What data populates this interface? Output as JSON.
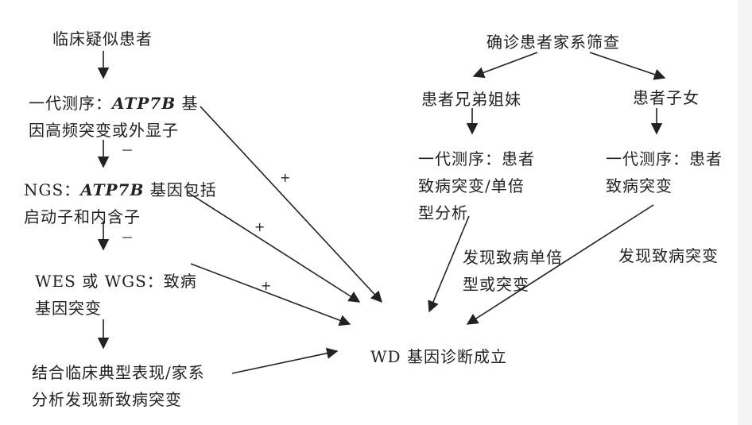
{
  "nodes": {
    "suspected_patient": "临床疑似患者",
    "sanger_a_prefix": "一代测序：",
    "sanger_a_gene": "ATP7B",
    "sanger_a_suffix": " 基",
    "sanger_a_line2": "因高频突变或外显子",
    "ngs_prefix": "NGS：",
    "ngs_gene": "ATP7B",
    "ngs_suffix": " 基因包括",
    "ngs_line2": "启动子和内含子",
    "wes_line1": "WES 或 WGS：致病",
    "wes_line2": "基因突变",
    "clinical_line1": "结合临床典型表现/家系",
    "clinical_line2": "分析发现新致病突变",
    "family_screen": "确诊患者家系筛查",
    "siblings": "患者兄弟姐妹",
    "children": "患者子女",
    "sib_sanger_line1": "一代测序：患者",
    "sib_sanger_line2": "致病突变/单倍",
    "sib_sanger_line3": "型分析",
    "child_sanger_line1": "一代测序：患者",
    "child_sanger_line2": "致病突变",
    "finding_haplo_line1": "发现致病单倍",
    "finding_haplo_line2": "型或突变",
    "finding_mut": "发现致病突变",
    "diagnosis": "WD 基因诊断成立"
  },
  "signs": {
    "minus_1": "－",
    "minus_2": "－",
    "plus_1": "+",
    "plus_2": "+",
    "plus_3": "+"
  },
  "colors": {
    "ink": "#222222",
    "background": "#ffffff"
  }
}
